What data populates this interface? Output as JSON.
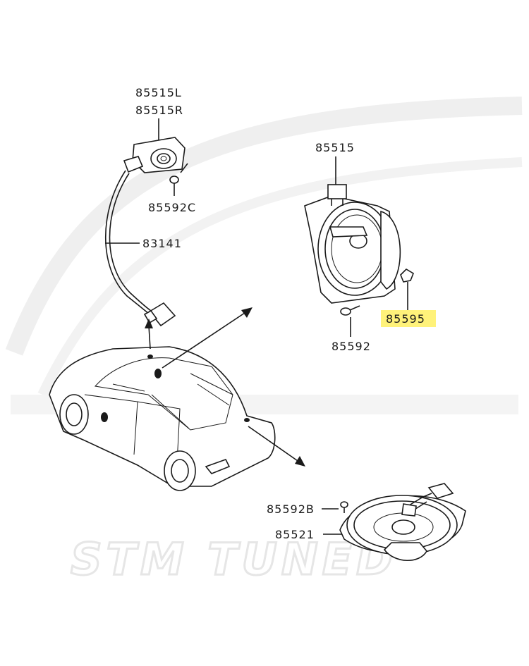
{
  "diagram": {
    "watermark": "STM TUNED",
    "highlight_color": "#fff27a",
    "labels": {
      "tweeter_left": "85515L",
      "tweeter_right": "85515R",
      "tweeter_screw": "85592C",
      "harness": "83141",
      "front_speaker": "85515",
      "front_speaker_clip": "85595",
      "front_speaker_screw": "85592",
      "rear_speaker_screw": "85592B",
      "rear_speaker": "85521"
    }
  }
}
